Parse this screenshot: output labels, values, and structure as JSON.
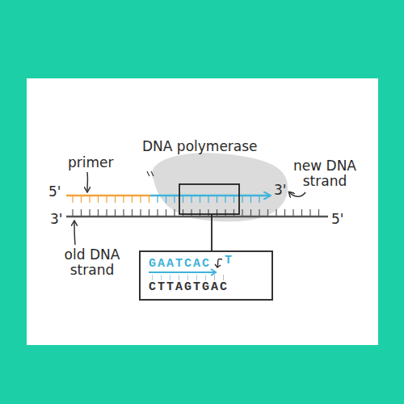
{
  "diagram": {
    "nodes": [
      {
        "text": [
          "GAATCAC",
          "T",
          "CTTAGTGAC"
        ]
      }
    ],
    "labels": [
      "DNA polymerase",
      "primer",
      "new DNA strand",
      "5'",
      "3'",
      "3'",
      "5'",
      "old DNA strand"
    ]
  }
}
